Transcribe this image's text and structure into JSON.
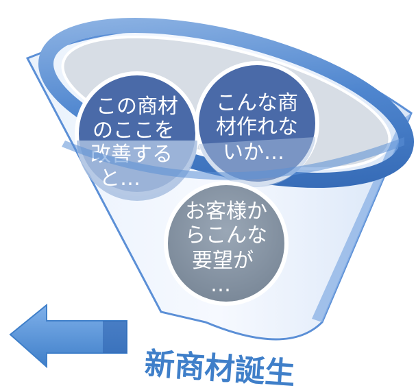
{
  "circles": [
    {
      "id": "improve",
      "lines": [
        "この商材",
        "のここを",
        "改善する",
        "と…"
      ]
    },
    {
      "id": "new-product",
      "lines": [
        "こんな商",
        "材作れな",
        "いか…"
      ]
    },
    {
      "id": "customer",
      "lines": [
        "お客様か",
        "らこんな",
        "要望が",
        "…"
      ]
    }
  ],
  "caption": "新商材誕生",
  "colors": {
    "funnel_blue": "#5b8fd6",
    "circle_dark": "#4a6aa8",
    "circle_light": "#a9bfe0",
    "circle_gray": "#8c9aaa",
    "caption": "#3f7fc9"
  }
}
